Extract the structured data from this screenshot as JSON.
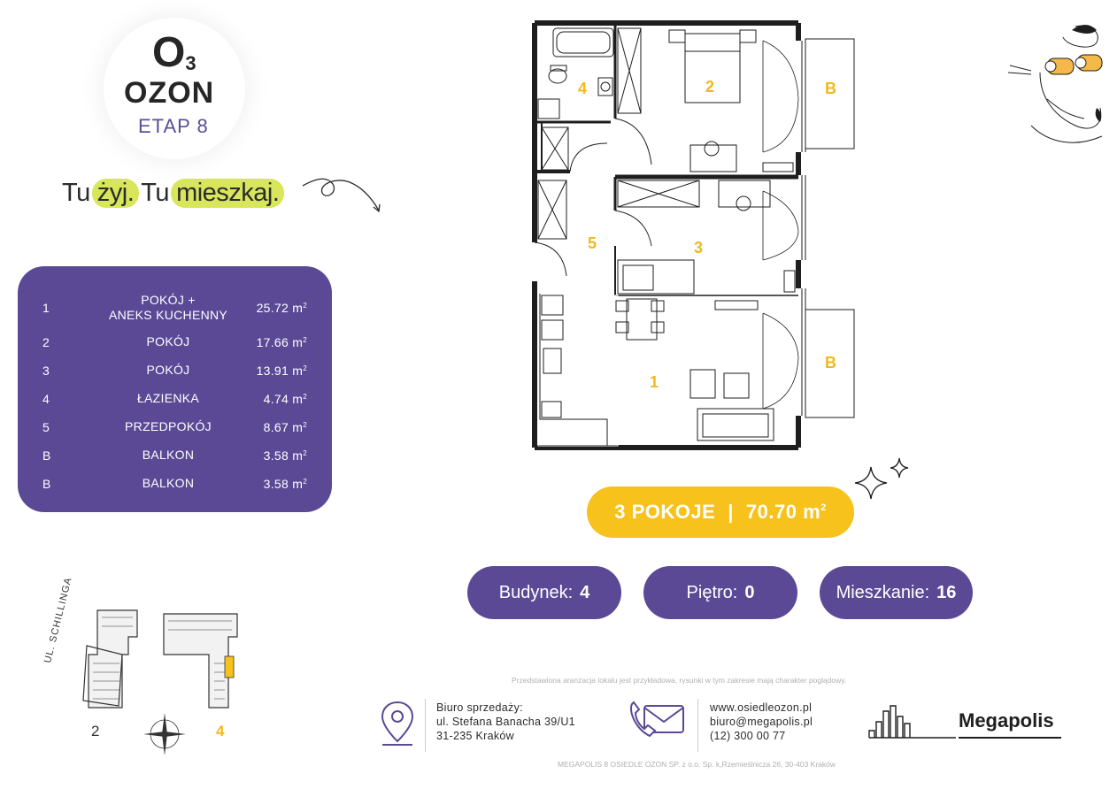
{
  "logo": {
    "mark": "O",
    "mark_sub": "3",
    "name": "OZON",
    "stage": "ETAP 8"
  },
  "slogan": {
    "part1": "Tu",
    "part2": "żyj.",
    "part3": "Tu",
    "part4": "mieszkaj."
  },
  "rooms": [
    {
      "num": "1",
      "name_line1": "POKÓJ +",
      "name_line2": "ANEKS KUCHENNY",
      "area": "25.72 m",
      "unit_sup": "2"
    },
    {
      "num": "2",
      "name_line1": "POKÓJ",
      "area": "17.66 m",
      "unit_sup": "2"
    },
    {
      "num": "3",
      "name_line1": "POKÓJ",
      "area": "13.91 m",
      "unit_sup": "2"
    },
    {
      "num": "4",
      "name_line1": "ŁAZIENKA",
      "area": "4.74 m",
      "unit_sup": "2"
    },
    {
      "num": "5",
      "name_line1": "PRZEDPOKÓJ",
      "area": "8.67 m",
      "unit_sup": "2"
    },
    {
      "num": "B",
      "name_line1": "BALKON",
      "area": "3.58 m",
      "unit_sup": "2"
    },
    {
      "num": "B",
      "name_line1": "BALKON",
      "area": "3.58 m",
      "unit_sup": "2"
    }
  ],
  "plan_labels": {
    "r1": "1",
    "r2": "2",
    "r3": "3",
    "r4": "4",
    "r5": "5",
    "b_top": "B",
    "b_bottom": "B"
  },
  "summary": {
    "rooms": "3 POKOJE",
    "separator": "|",
    "area": "70.70 m",
    "unit_sup": "2"
  },
  "info": {
    "building_label": "Budynek:",
    "building_value": "4",
    "floor_label": "Piętro:",
    "floor_value": "0",
    "flat_label": "Mieszkanie:",
    "flat_value": "16"
  },
  "sitemap": {
    "street": "UL. SCHILLINGA",
    "building_2": "2",
    "building_4": "4"
  },
  "footer": {
    "disclaimer": "Przedstawiona aranżacja lokalu jest przykładowa, rysunki w tym zakresie mają charakter poglądowy.",
    "office_line1": "Biuro sprzedaży:",
    "office_line2": "ul. Stefana Banacha 39/U1",
    "office_line3": "31-235 Kraków",
    "website": "www.osiedleozon.pl",
    "email": "biuro@megapolis.pl",
    "phone": "(12) 300 00 77",
    "developer": "Megapolis",
    "company": "MEGAPOLIS 8 OSIEDLE OZON SP. z o.o. Sp. k,Rzemieślnicza 26, 30-403 Kraków"
  },
  "colors": {
    "purple": "#5b4996",
    "yellow": "#f7c21c",
    "lime": "#d8e65c"
  },
  "icons": [
    "location-pin-icon",
    "envelope-phone-icon",
    "compass-icon",
    "sparkle-icon",
    "binoculars-illustration-icon",
    "megapolis-skyline-icon"
  ]
}
